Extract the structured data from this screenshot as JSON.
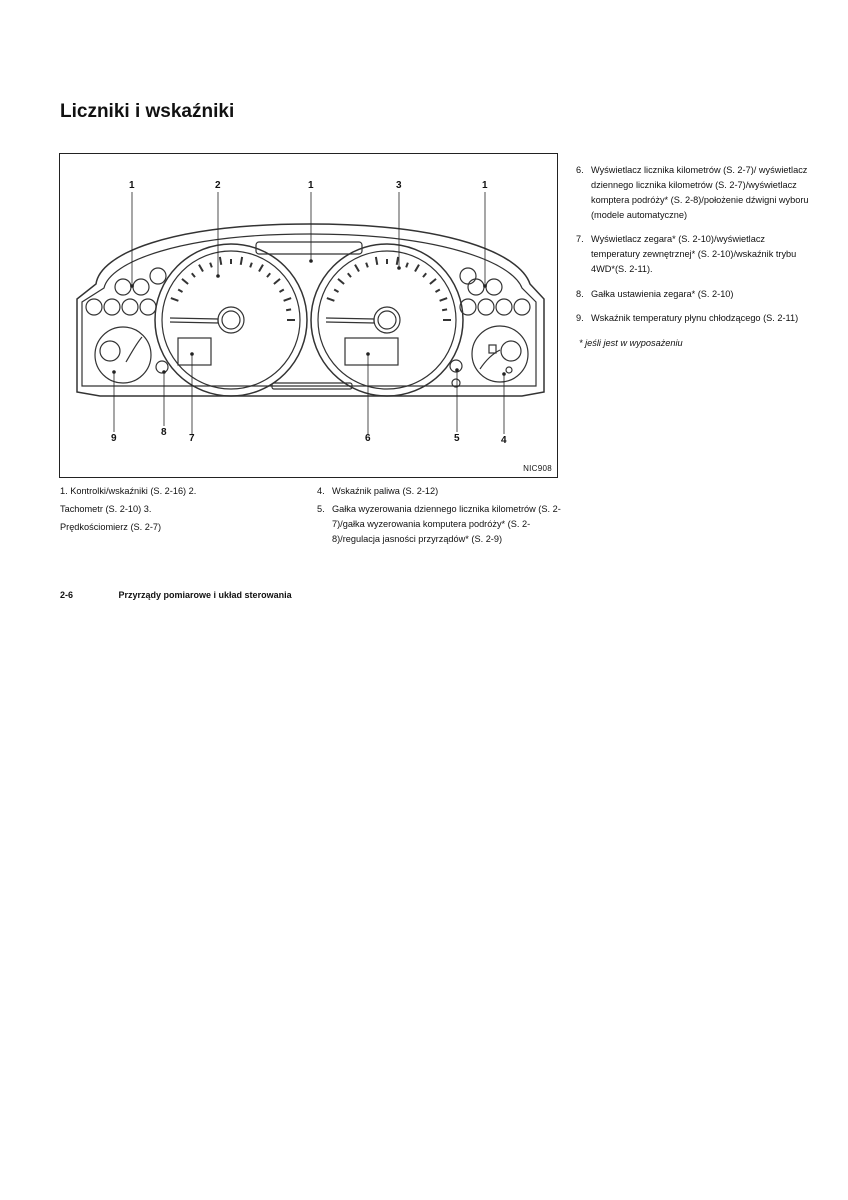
{
  "page": {
    "title": "Liczniki i wskaźniki",
    "figure_code": "NIC908",
    "callouts": [
      "1",
      "2",
      "1",
      "3",
      "1",
      "9",
      "8",
      "7",
      "6",
      "5",
      "4"
    ],
    "legend_left": [
      "1.  Kontrolki/wskaźniki (S. 2-16) 2.",
      "Tachometr (S. 2-10) 3.",
      "Prędkościomierz (S. 2-7)"
    ],
    "legend_mid": [
      {
        "num": "4.",
        "text": "Wskaźnik paliwa (S. 2-12)"
      },
      {
        "num": "5.",
        "text": "Gałka wyzerowania dziennego licznika kilometrów (S. 2-7)/gałka wyzerowania komputera podróży* (S. 2-8)/regulacja jasności przyrządów* (S. 2-9)"
      }
    ],
    "legend_right": [
      {
        "num": "6.",
        "text": "Wyświetlacz licznika kilometrów (S. 2-7)/ wyświetlacz dziennego licznika kilometrów (S. 2-7)/wyświetlacz komptera podróży* (S. 2-8)/położenie dźwigni wyboru (modele automatyczne)"
      },
      {
        "num": "7.",
        "text": "Wyświetlacz zegara* (S. 2-10)/wyświetlacz temperatury zewnętrznej* (S. 2-10)/wskaźnik trybu 4WD*(S. 2-11)."
      },
      {
        "num": "8.",
        "text": "Gałka ustawienia zegara* (S. 2-10)"
      },
      {
        "num": "9.",
        "text": "Wskaźnik temperatury płynu chłodzącego (S. 2-11)"
      }
    ],
    "footnote": "* jeśli jest w wyposażeniu",
    "footer": {
      "page_number": "2-6",
      "section": "Przyrządy pomiarowe i układ sterowania"
    }
  }
}
